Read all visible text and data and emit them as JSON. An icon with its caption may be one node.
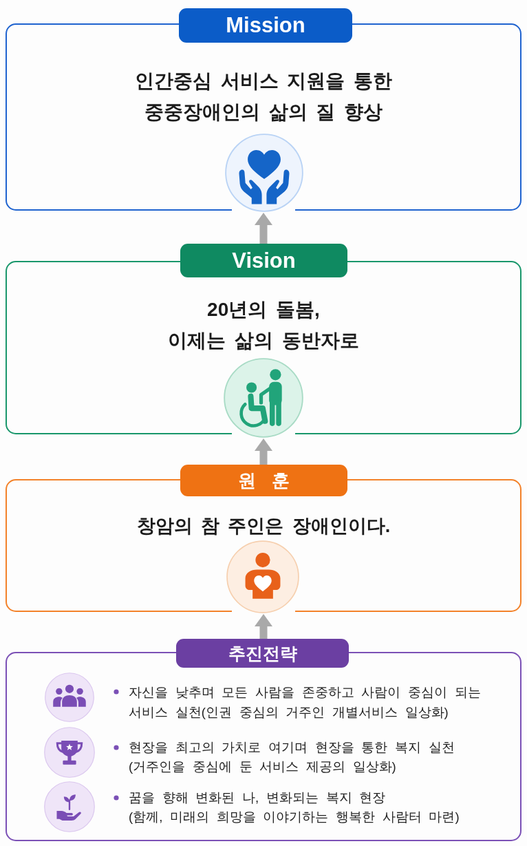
{
  "diagram": {
    "nodes": [
      {
        "text": [
          "Mission",
          "인간중심 서비스 지원을 통한 중중장애인의 삶의 질 향상"
        ]
      },
      {
        "text": [
          "Vision",
          "20년의 돌봄, 이제는 삶의 동반자로"
        ]
      },
      {
        "text": [
          "원 훈",
          "창암의 참 주인은 장애인이다."
        ]
      },
      {
        "text": [
          "추진전략",
          "자신을 낮추며 모든 사람을 존중하고 사람이 중심이 되는 서비스 실천(인권 중심의 거주인 개별서비스 일상화)",
          "현장을 최고의 가치로 여기며 현장을 통한 복지 실천 (거주인을 중심에 둔 서비스 제공의 일상화)",
          "꿈을 향해 변화된 나, 변화되는 복지 현장 (함께, 미래의 희망을 이야기하는 행복한 사람터 마련)"
        ]
      }
    ],
    "edges": [
      {
        "from": 1,
        "to": 0,
        "arrow": "to"
      },
      {
        "from": 2,
        "to": 1,
        "arrow": "to"
      },
      {
        "from": 3,
        "to": 2,
        "arrow": "to"
      }
    ]
  }
}
